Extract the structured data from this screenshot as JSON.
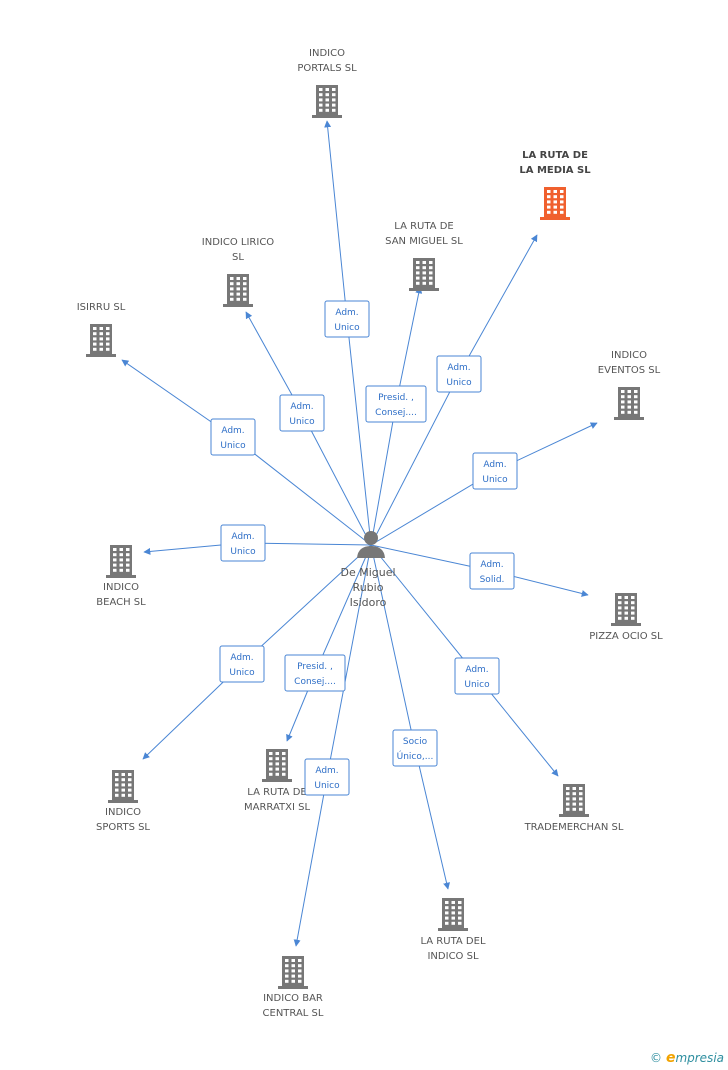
{
  "center": {
    "lines": [
      "De Miguel",
      "Rubio",
      "Isidoro"
    ],
    "icon": "person-icon"
  },
  "colors": {
    "edge": "#4a86d4",
    "building": "#777777",
    "highlight": "#f0602e"
  },
  "nodes": [
    {
      "id": "indico-portals",
      "lines": [
        "INDICO",
        "PORTALS SL"
      ],
      "icon": "building-icon",
      "highlight": false
    },
    {
      "id": "la-ruta-de-la-media",
      "lines": [
        "LA RUTA DE",
        "LA MEDIA SL"
      ],
      "icon": "building-icon",
      "highlight": true
    },
    {
      "id": "la-ruta-de-san-miguel",
      "lines": [
        "LA RUTA DE",
        "SAN MIGUEL SL"
      ],
      "icon": "building-icon",
      "highlight": false
    },
    {
      "id": "indico-lirico",
      "lines": [
        "INDICO LIRICO",
        "SL"
      ],
      "icon": "building-icon",
      "highlight": false
    },
    {
      "id": "isirru",
      "lines": [
        "ISIRRU SL"
      ],
      "icon": "building-icon",
      "highlight": false
    },
    {
      "id": "indico-eventos",
      "lines": [
        "INDICO",
        "EVENTOS SL"
      ],
      "icon": "building-icon",
      "highlight": false
    },
    {
      "id": "indico-beach",
      "lines": [
        "INDICO",
        "BEACH SL"
      ],
      "icon": "building-icon",
      "highlight": false
    },
    {
      "id": "pizza-ocio",
      "lines": [
        "PIZZA OCIO SL"
      ],
      "icon": "building-icon",
      "highlight": false
    },
    {
      "id": "indico-sports",
      "lines": [
        "INDICO",
        "SPORTS SL"
      ],
      "icon": "building-icon",
      "highlight": false
    },
    {
      "id": "la-ruta-de-marratxi",
      "lines": [
        "LA RUTA DE",
        "MARRATXI SL"
      ],
      "icon": "building-icon",
      "highlight": false
    },
    {
      "id": "trademerchan",
      "lines": [
        "TRADEMERCHAN SL"
      ],
      "icon": "building-icon",
      "highlight": false
    },
    {
      "id": "la-ruta-del-indico",
      "lines": [
        "LA RUTA DEL",
        "INDICO SL"
      ],
      "icon": "building-icon",
      "highlight": false
    },
    {
      "id": "indico-bar-central",
      "lines": [
        "INDICO BAR",
        "CENTRAL  SL"
      ],
      "icon": "building-icon",
      "highlight": false
    }
  ],
  "edges": [
    {
      "to": "indico-portals",
      "role": [
        "Adm.",
        "Unico"
      ]
    },
    {
      "to": "la-ruta-de-la-media",
      "role": [
        "Adm.",
        "Unico"
      ]
    },
    {
      "to": "la-ruta-de-san-miguel",
      "role": [
        "Presid. ,",
        "Consej...."
      ]
    },
    {
      "to": "indico-lirico",
      "role": [
        "Adm.",
        "Unico"
      ]
    },
    {
      "to": "isirru",
      "role": [
        "Adm.",
        "Unico"
      ]
    },
    {
      "to": "indico-eventos",
      "role": [
        "Adm.",
        "Unico"
      ]
    },
    {
      "to": "indico-beach",
      "role": [
        "Adm.",
        "Unico"
      ]
    },
    {
      "to": "pizza-ocio",
      "role": [
        "Adm.",
        "Solid."
      ]
    },
    {
      "to": "indico-sports",
      "role": [
        "Adm.",
        "Unico"
      ]
    },
    {
      "to": "la-ruta-de-marratxi",
      "role": [
        "Presid. ,",
        "Consej...."
      ]
    },
    {
      "to": "trademerchan",
      "role": [
        "Adm.",
        "Unico"
      ]
    },
    {
      "to": "la-ruta-del-indico",
      "role": [
        "Socio",
        "Único,..."
      ]
    },
    {
      "to": "indico-bar-central",
      "role": [
        "Adm.",
        "Unico"
      ]
    }
  ],
  "footer": {
    "copyright": "©",
    "brand_initial": "e",
    "brand_rest": "mpresia"
  }
}
